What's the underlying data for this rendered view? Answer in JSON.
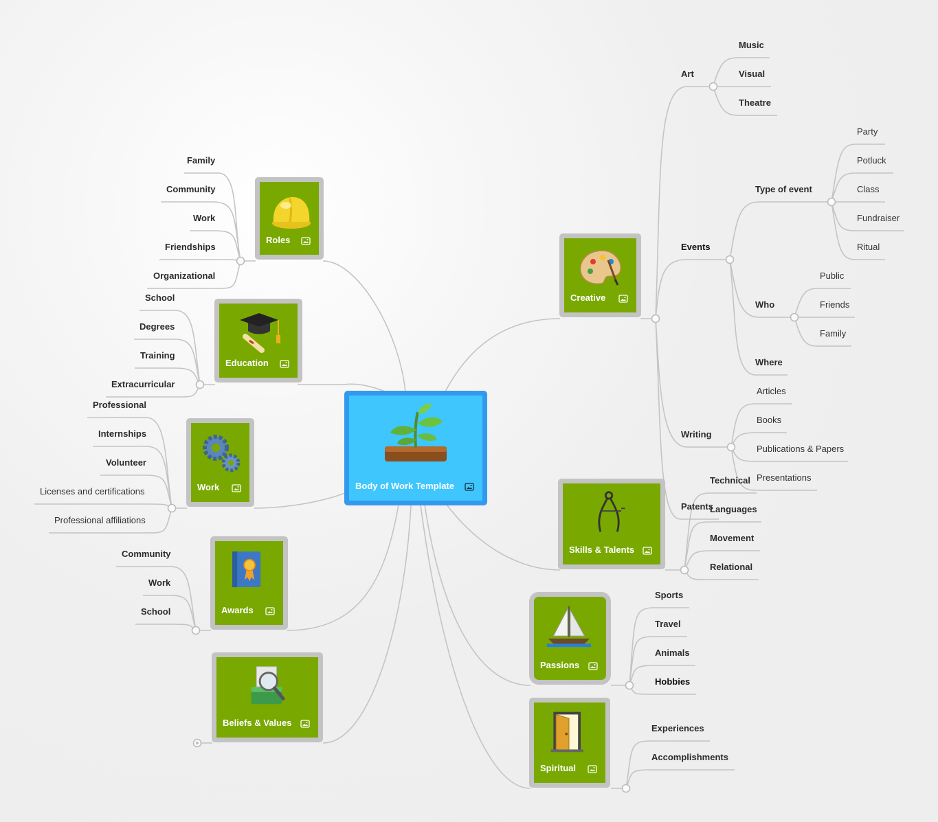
{
  "central": {
    "title": "Body of Work Template",
    "icon": "seedling-icon"
  },
  "branches": [
    {
      "id": "roles",
      "title": "Roles",
      "icon": "hard-hat-icon",
      "items": [
        "Family",
        "Community",
        "Work",
        "Friendships",
        "Organizational"
      ]
    },
    {
      "id": "education",
      "title": "Education",
      "icon": "graduation-cap-icon",
      "items": [
        "School",
        "Degrees",
        "Training",
        "Extracurricular"
      ]
    },
    {
      "id": "work",
      "title": "Work",
      "icon": "gears-icon",
      "items": [
        "Professional",
        "Internships",
        "Volunteer",
        "Licenses and certifications",
        "Professional affiliations"
      ]
    },
    {
      "id": "awards",
      "title": "Awards",
      "icon": "award-book-icon",
      "items": [
        "Community",
        "Work",
        "School"
      ]
    },
    {
      "id": "beliefs",
      "title": "Beliefs & Values",
      "icon": "magnifier-money-icon",
      "items": []
    },
    {
      "id": "creative",
      "title": "Creative",
      "icon": "palette-icon",
      "art": {
        "label": "Art",
        "items": [
          "Music",
          "Visual",
          "Theatre"
        ]
      },
      "events": {
        "label": "Events",
        "type_of_event": {
          "label": "Type of event",
          "items": [
            "Party",
            "Potluck",
            "Class",
            "Fundraiser",
            "Ritual"
          ]
        },
        "who": {
          "label": "Who",
          "items": [
            "Public",
            "Friends",
            "Family"
          ]
        },
        "where": "Where"
      },
      "writing": {
        "label": "Writing",
        "items": [
          "Articles",
          "Books",
          "Publications & Papers",
          "Presentations"
        ]
      },
      "patents": "Patents"
    },
    {
      "id": "skills",
      "title": "Skills & Talents",
      "icon": "calipers-icon",
      "items": [
        "Technical",
        "Languages",
        "Movement",
        "Relational"
      ]
    },
    {
      "id": "passions",
      "title": "Passions",
      "icon": "sailboat-icon",
      "items": [
        "Sports",
        "Travel",
        "Animals",
        "Hobbies"
      ]
    },
    {
      "id": "spiritual",
      "title": "Spiritual",
      "icon": "open-door-icon",
      "items": [
        "Experiences",
        "Accomplishments"
      ]
    }
  ],
  "colors": {
    "branch": "#79a900",
    "central": "#3ec6fd",
    "central_border": "#3399ee",
    "node_border": "#c3c3c3",
    "line": "#c4c4c4"
  }
}
